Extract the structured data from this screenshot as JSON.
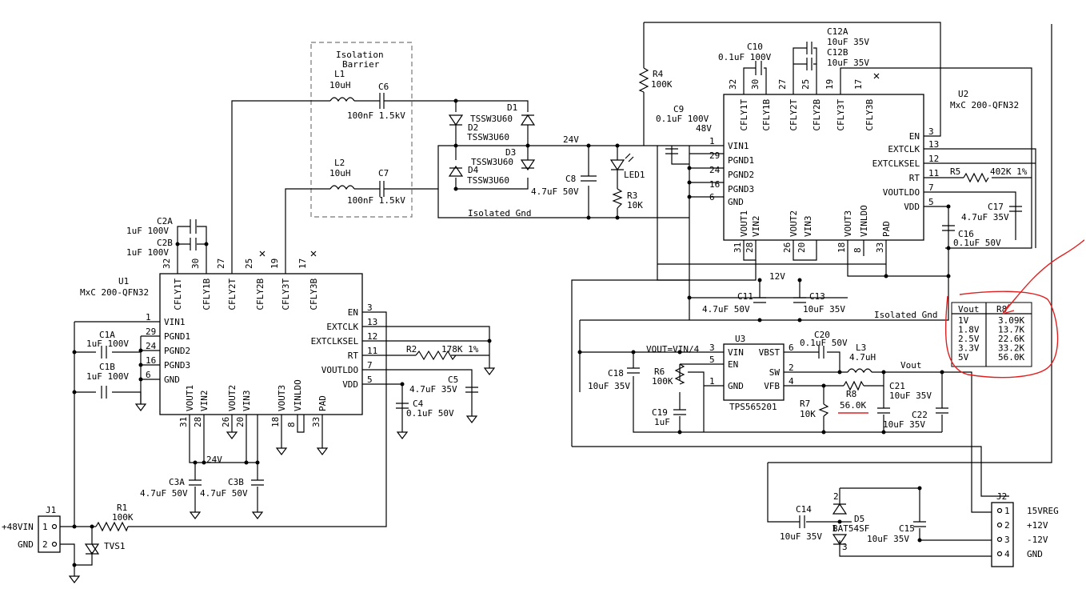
{
  "isolation": {
    "line1": "Isolation",
    "line2": "Barrier"
  },
  "u1": {
    "ref": "U1",
    "part": "MxC 200-QFN32",
    "left_pins": [
      {
        "num": "1",
        "name": "VIN1"
      },
      {
        "num": "29",
        "name": "PGND1"
      },
      {
        "num": "24",
        "name": "PGND2"
      },
      {
        "num": "16",
        "name": "PGND3"
      },
      {
        "num": "6",
        "name": "GND"
      }
    ],
    "top_pins": [
      {
        "num": "32",
        "name": "CFLY1T"
      },
      {
        "num": "30",
        "name": "CFLY1B"
      },
      {
        "num": "27",
        "name": "CFLY2T"
      },
      {
        "num": "25",
        "name": "CFLY2B"
      },
      {
        "num": "19",
        "name": "CFLY3T"
      },
      {
        "num": "17",
        "name": "CFLY3B"
      }
    ],
    "right_pins": [
      {
        "num": "3",
        "name": "EN"
      },
      {
        "num": "13",
        "name": "EXTCLK"
      },
      {
        "num": "12",
        "name": "EXTCLKSEL"
      },
      {
        "num": "11",
        "name": "RT"
      },
      {
        "num": "7",
        "name": "VOUTLDO"
      },
      {
        "num": "5",
        "name": "VDD"
      }
    ],
    "bottom_pins": [
      {
        "num": "31",
        "name": "VOUT1"
      },
      {
        "num": "28",
        "name": "VIN2"
      },
      {
        "num": "26",
        "name": "VOUT2"
      },
      {
        "num": "20",
        "name": "VIN3"
      },
      {
        "num": "18",
        "name": "VOUT3"
      },
      {
        "num": "8",
        "name": "VINLDO"
      },
      {
        "num": "33",
        "name": "PAD"
      }
    ]
  },
  "u2": {
    "ref": "U2",
    "part": "MxC 200-QFN32",
    "left_pins": [
      {
        "num": "1",
        "name": "VIN1"
      },
      {
        "num": "29",
        "name": "PGND1"
      },
      {
        "num": "24",
        "name": "PGND2"
      },
      {
        "num": "16",
        "name": "PGND3"
      },
      {
        "num": "6",
        "name": "GND"
      }
    ],
    "top_pins": [
      {
        "num": "32",
        "name": "CFLY1T"
      },
      {
        "num": "30",
        "name": "CFLY1B"
      },
      {
        "num": "27",
        "name": "CFLY2T"
      },
      {
        "num": "25",
        "name": "CFLY2B"
      },
      {
        "num": "19",
        "name": "CFLY3T"
      },
      {
        "num": "17",
        "name": "CFLY3B"
      }
    ],
    "right_pins": [
      {
        "num": "3",
        "name": "EN"
      },
      {
        "num": "13",
        "name": "EXTCLK"
      },
      {
        "num": "12",
        "name": "EXTCLKSEL"
      },
      {
        "num": "11",
        "name": "RT"
      },
      {
        "num": "7",
        "name": "VOUTLDO"
      },
      {
        "num": "5",
        "name": "VDD"
      }
    ],
    "bottom_pins": [
      {
        "num": "31",
        "name": "VOUT1"
      },
      {
        "num": "28",
        "name": "VIN2"
      },
      {
        "num": "26",
        "name": "VOUT2"
      },
      {
        "num": "20",
        "name": "VIN3"
      },
      {
        "num": "18",
        "name": "VOUT3"
      },
      {
        "num": "8",
        "name": "VINLDO"
      },
      {
        "num": "33",
        "name": "PAD"
      }
    ]
  },
  "u3": {
    "ref": "U3",
    "part": "TPS565201",
    "note": "VOUT=VIN/4",
    "left_pins": [
      {
        "num": "3",
        "name": "VIN"
      },
      {
        "num": "5",
        "name": "EN"
      },
      {
        "num": "1",
        "name": "GND"
      }
    ],
    "right_pins": [
      {
        "num": "6",
        "name": "VBST"
      },
      {
        "num": "2",
        "name": "SW"
      },
      {
        "num": "4",
        "name": "VFB"
      }
    ]
  },
  "components": {
    "l1": {
      "ref": "L1",
      "value": "10uH"
    },
    "l2": {
      "ref": "L2",
      "value": "10uH"
    },
    "l3": {
      "ref": "L3",
      "value": "4.7uH"
    },
    "c6": {
      "ref": "C6",
      "value": "100nF 1.5kV"
    },
    "c7": {
      "ref": "C7",
      "value": "100nF 1.5kV"
    },
    "d1": {
      "ref": "D1",
      "value": "TSSW3U60"
    },
    "d2": {
      "ref": "D2",
      "value": "TSSW3U60"
    },
    "d3": {
      "ref": "D3",
      "value": "TSSW3U60"
    },
    "d4": {
      "ref": "D4",
      "value": "TSSW3U60"
    },
    "c8": {
      "ref": "C8",
      "value": "4.7uF 50V"
    },
    "led1": {
      "ref": "LED1"
    },
    "r3": {
      "ref": "R3",
      "value": "10K"
    },
    "r4": {
      "ref": "R4",
      "value": "100K"
    },
    "c9": {
      "ref": "C9",
      "value": "0.1uF 100V"
    },
    "c10": {
      "ref": "C10",
      "value": "0.1uF 100V"
    },
    "c12a": {
      "ref": "C12A",
      "value": "10uF 35V"
    },
    "c12b": {
      "ref": "C12B",
      "value": "10uF 35V"
    },
    "r5": {
      "ref": "R5",
      "value": "402K 1%"
    },
    "c17": {
      "ref": "C17",
      "value": "4.7uF 35V"
    },
    "c16": {
      "ref": "C16",
      "value": "0.1uF 50V"
    },
    "c11": {
      "ref": "C11",
      "value": "4.7uF 50V"
    },
    "c13": {
      "ref": "C13",
      "value": "10uF 35V"
    },
    "c2a": {
      "ref": "C2A",
      "value": "1uF 100V"
    },
    "c2b": {
      "ref": "C2B",
      "value": "1uF 100V"
    },
    "c1a": {
      "ref": "C1A",
      "value": "1uF 100V"
    },
    "c1b": {
      "ref": "C1B",
      "value": "1uF 100V"
    },
    "r2": {
      "ref": "R2",
      "value": "178K 1%"
    },
    "c5": {
      "ref": "C5",
      "value": "4.7uF 35V"
    },
    "c4": {
      "ref": "C4",
      "value": "0.1uF 50V"
    },
    "c3a": {
      "ref": "C3A",
      "value": "4.7uF 50V"
    },
    "c3b": {
      "ref": "C3B",
      "value": "4.7uF 50V"
    },
    "r1": {
      "ref": "R1",
      "value": "100K"
    },
    "tvs1": {
      "ref": "TVS1"
    },
    "c18": {
      "ref": "C18",
      "value": "10uF 35V"
    },
    "r6": {
      "ref": "R6",
      "value": "100K"
    },
    "c19": {
      "ref": "C19",
      "value": "1uF"
    },
    "c20": {
      "ref": "C20",
      "value": "0.1uF 50V"
    },
    "r7": {
      "ref": "R7",
      "value": "10K"
    },
    "r8": {
      "ref": "R8",
      "value": "56.0K"
    },
    "c21": {
      "ref": "C21",
      "value": "10uF 35V"
    },
    "c22": {
      "ref": "C22",
      "value": "10uF 35V"
    },
    "c14": {
      "ref": "C14",
      "value": "10uF 35V"
    },
    "c15": {
      "ref": "C15",
      "value": "10uF 35V"
    },
    "d5": {
      "ref": "D5",
      "value": "BAT54SF"
    }
  },
  "nets": {
    "v24_top": "24V",
    "v48": "48V",
    "v24_bottom": "24V",
    "v12": "12V",
    "iso_gnd_1": "Isolated Gnd",
    "iso_gnd_2": "Isolated Gnd",
    "vout": "Vout"
  },
  "pin_nums": {
    "d5_top": "2",
    "d5_mid": "1",
    "d5_bot": "3"
  },
  "j1": {
    "ref": "J1",
    "pins": [
      {
        "num": "1",
        "label": "+48VIN"
      },
      {
        "num": "2",
        "label": "GND"
      }
    ]
  },
  "j2": {
    "ref": "J2",
    "pins": [
      {
        "num": "1",
        "label": "15VREG"
      },
      {
        "num": "2",
        "label": "+12V"
      },
      {
        "num": "3",
        "label": "-12V"
      },
      {
        "num": "4",
        "label": "GND"
      }
    ]
  },
  "r8_table": {
    "headers": [
      "Vout",
      "R8"
    ],
    "rows": [
      [
        "1V",
        "3.09K"
      ],
      [
        "1.8V",
        "13.7K"
      ],
      [
        "2.5V",
        "22.6K"
      ],
      [
        "3.3V",
        "33.2K"
      ],
      [
        "5V",
        "56.0K"
      ]
    ]
  }
}
